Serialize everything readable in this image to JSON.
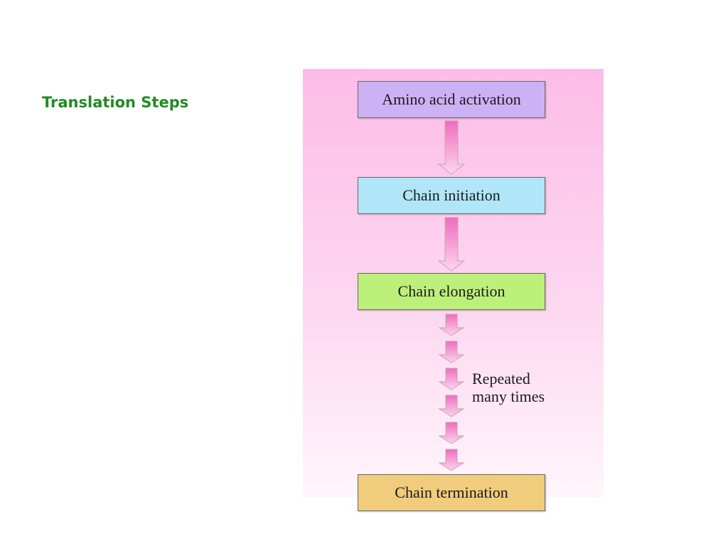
{
  "slide": {
    "title": "Translation Steps"
  },
  "diagram": {
    "steps": [
      {
        "label": "Amino acid activation",
        "color": "#cdb1f5"
      },
      {
        "label": "Chain initiation",
        "color": "#b0e6f8"
      },
      {
        "label": "Chain elongation",
        "color": "#bdf07a"
      },
      {
        "label": "Chain termination",
        "color": "#f0cc7c"
      }
    ],
    "repeat_label": {
      "line1": "Repeated",
      "line2": "many times"
    },
    "colors": {
      "title": "#228b22",
      "panel_top": "#fdbce8",
      "panel_bottom": "#fff6fb",
      "arrow_fill": "#f06cbc",
      "arrow_light": "#fbd2ee",
      "arrow_stroke": "#c2a5b8"
    },
    "icons": [
      "down-arrow-icon"
    ]
  }
}
